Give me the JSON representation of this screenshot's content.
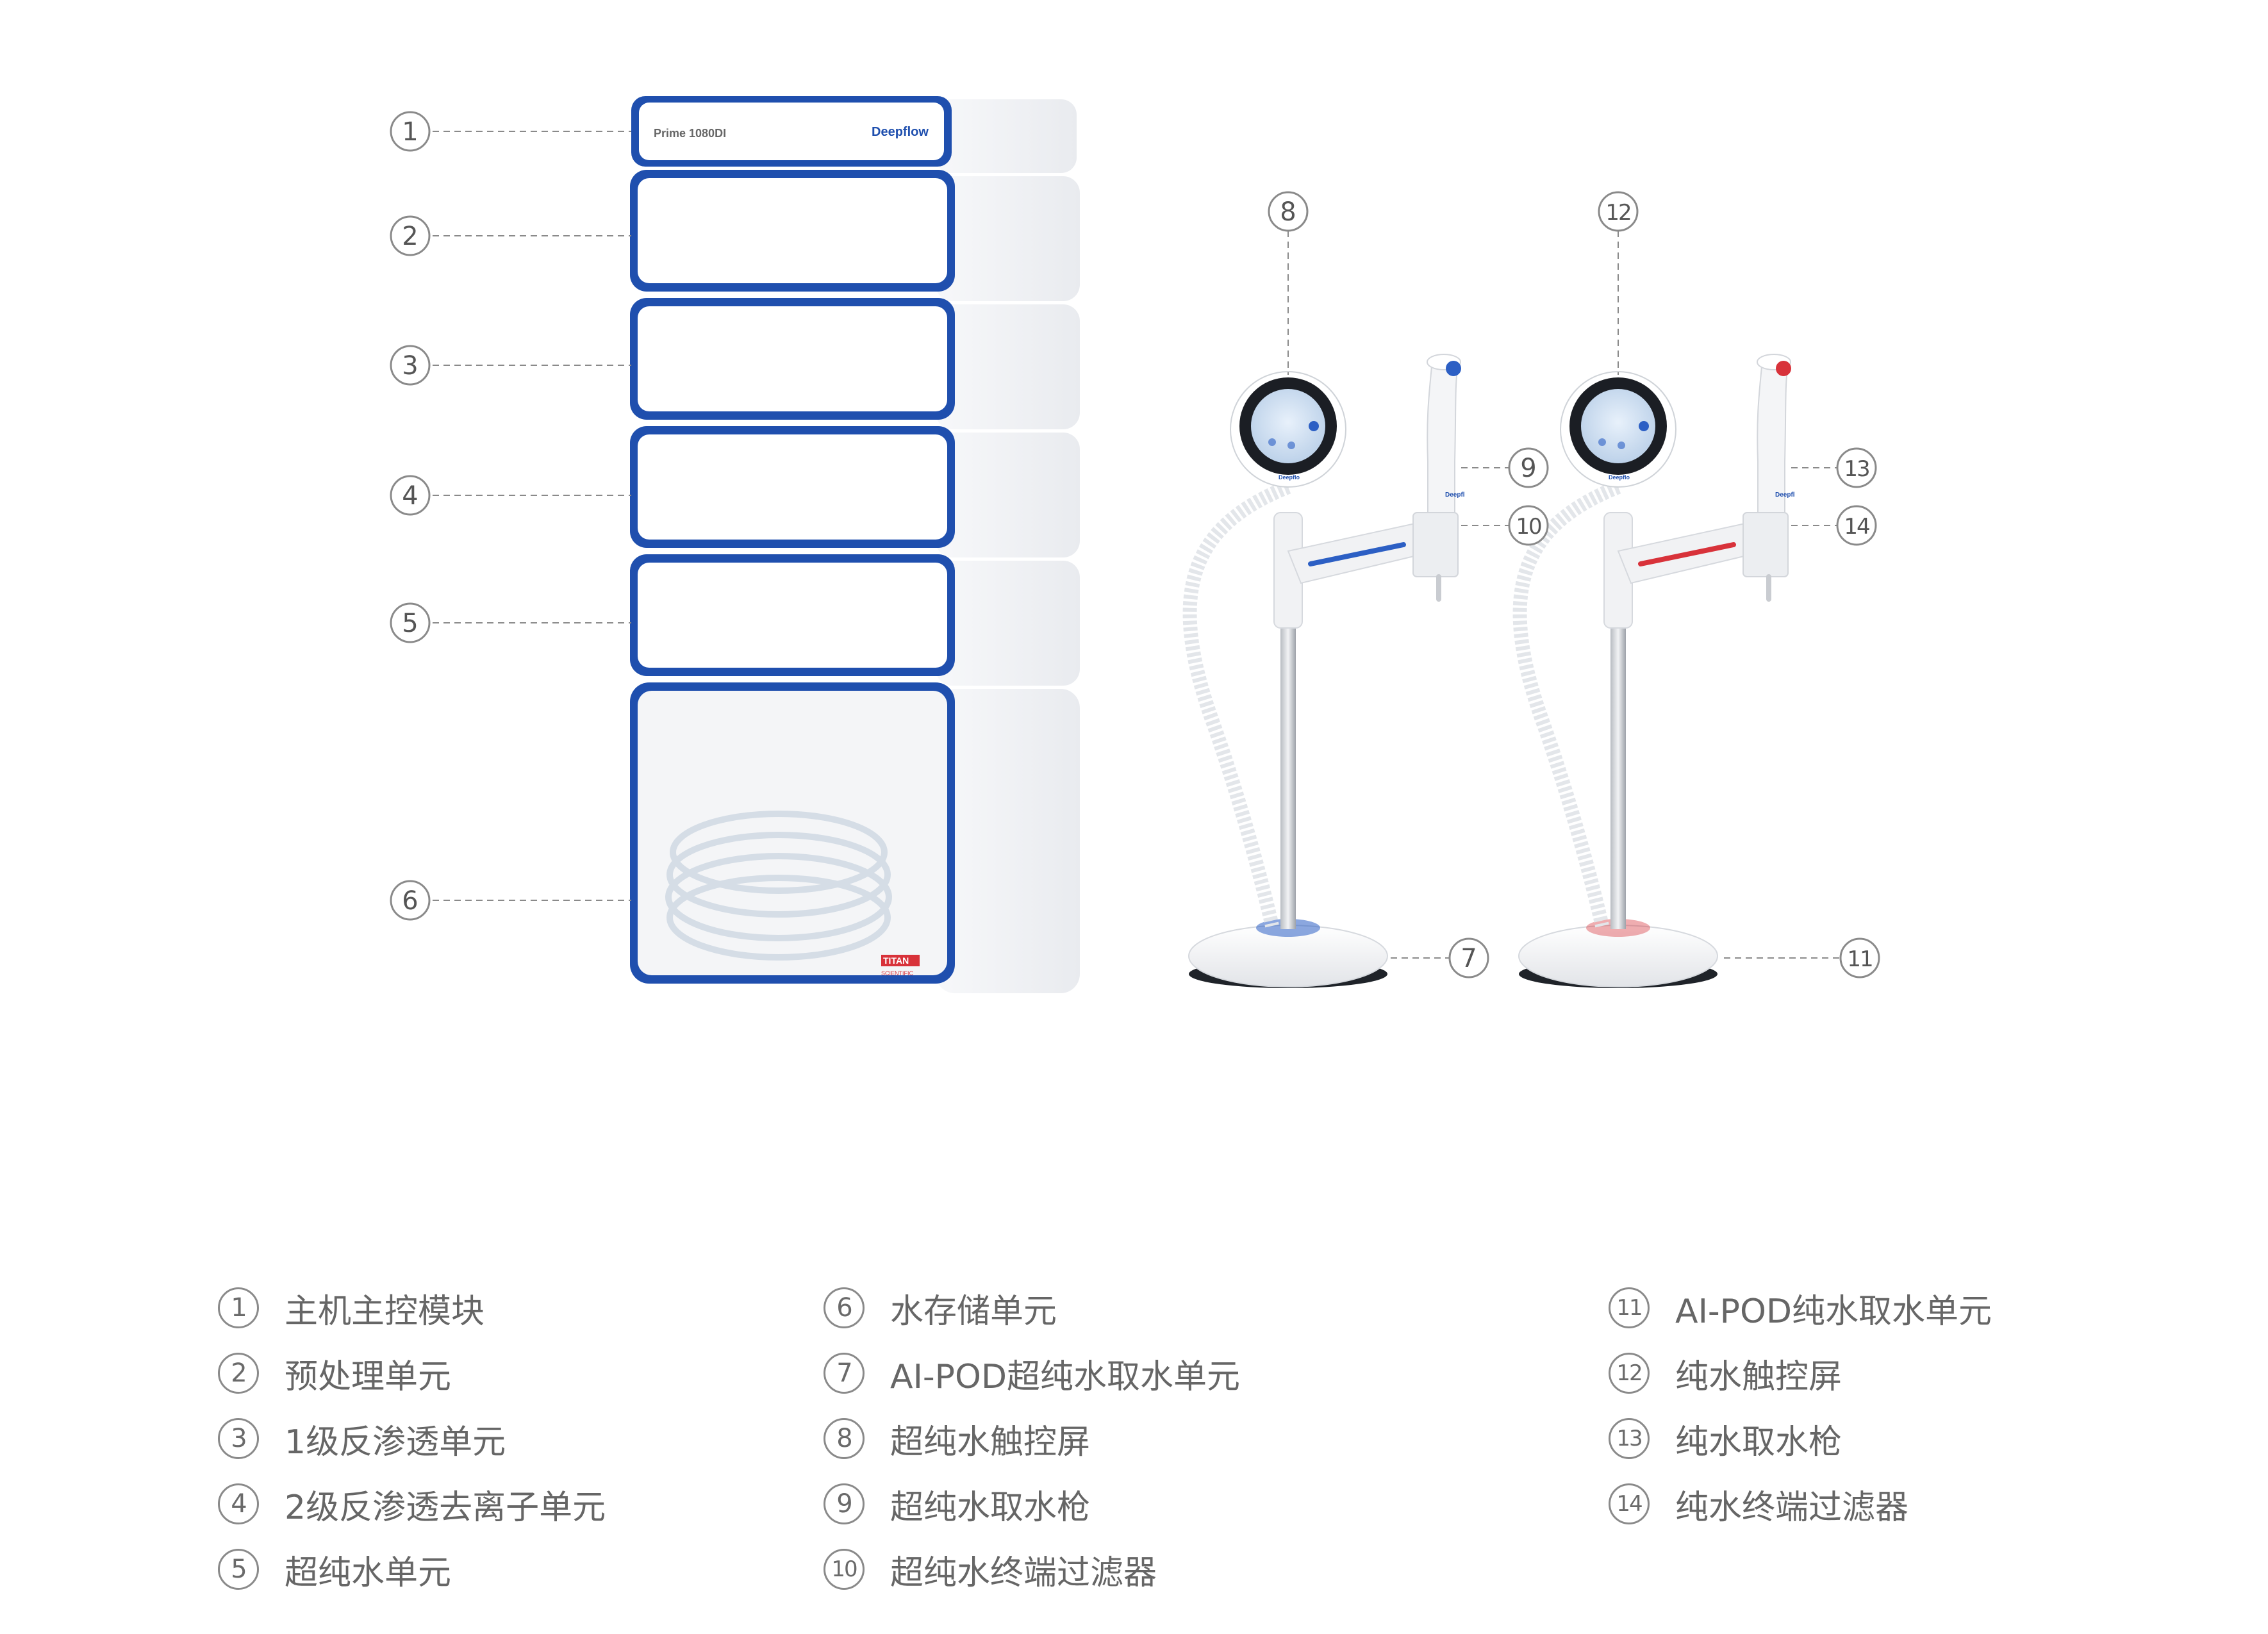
{
  "product": {
    "model_label": "Prime 1080DI",
    "brand_label": "Deepflow",
    "storage_brand": "TITAN",
    "storage_brand_sub": "SCIENTIFIC",
    "screen_brand": "Deepflo",
    "gun_brand": "Deepfl"
  },
  "callouts": [
    "1",
    "2",
    "3",
    "4",
    "5",
    "6",
    "7",
    "8",
    "9",
    "10",
    "11",
    "12",
    "13",
    "14"
  ],
  "legend": [
    {
      "num": "1",
      "label": "主机主控模块"
    },
    {
      "num": "2",
      "label": "预处理单元"
    },
    {
      "num": "3",
      "label": "1级反渗透单元"
    },
    {
      "num": "4",
      "label": "2级反渗透去离子单元"
    },
    {
      "num": "5",
      "label": "超纯水单元"
    },
    {
      "num": "6",
      "label": "水存储单元"
    },
    {
      "num": "7",
      "label": "AI-POD超纯水取水单元"
    },
    {
      "num": "8",
      "label": "超纯水触控屏"
    },
    {
      "num": "9",
      "label": "超纯水取水枪"
    },
    {
      "num": "10",
      "label": "超纯水终端过滤器"
    },
    {
      "num": "11",
      "label": "AI-POD纯水取水单元"
    },
    {
      "num": "12",
      "label": "纯水触控屏"
    },
    {
      "num": "13",
      "label": "纯水取水枪"
    },
    {
      "num": "14",
      "label": "纯水终端过滤器"
    }
  ],
  "colors": {
    "module_blue": "#1f4fae",
    "ultrapure_accent": "#2c5fc4",
    "pure_accent": "#d8323a",
    "callout_gray": "#8a8a8a",
    "text_gray": "#666666"
  }
}
